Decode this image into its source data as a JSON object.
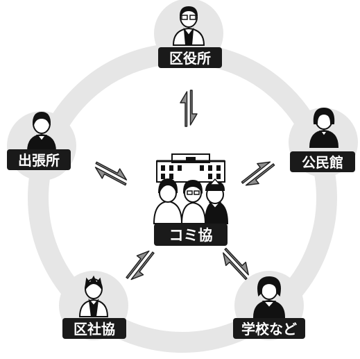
{
  "center": {
    "label": "コミ協"
  },
  "nodes": [
    {
      "id": "ward-office",
      "label": "区役所",
      "person": "man-glasses"
    },
    {
      "id": "community-hall",
      "label": "公民館",
      "person": "woman-short-hair"
    },
    {
      "id": "schools",
      "label": "学校など",
      "person": "woman-curly-hair"
    },
    {
      "id": "ward-social-council",
      "label": "区社協",
      "person": "man-spiky-hair"
    },
    {
      "id": "branch-office",
      "label": "出張所",
      "person": "man"
    }
  ],
  "colors": {
    "ring": "#e6e6e6",
    "label_bg": "#1a1a1a",
    "label_text": "#ffffff",
    "arrow_fill": "#8f8f8f",
    "arrow_stroke": "#222222"
  }
}
